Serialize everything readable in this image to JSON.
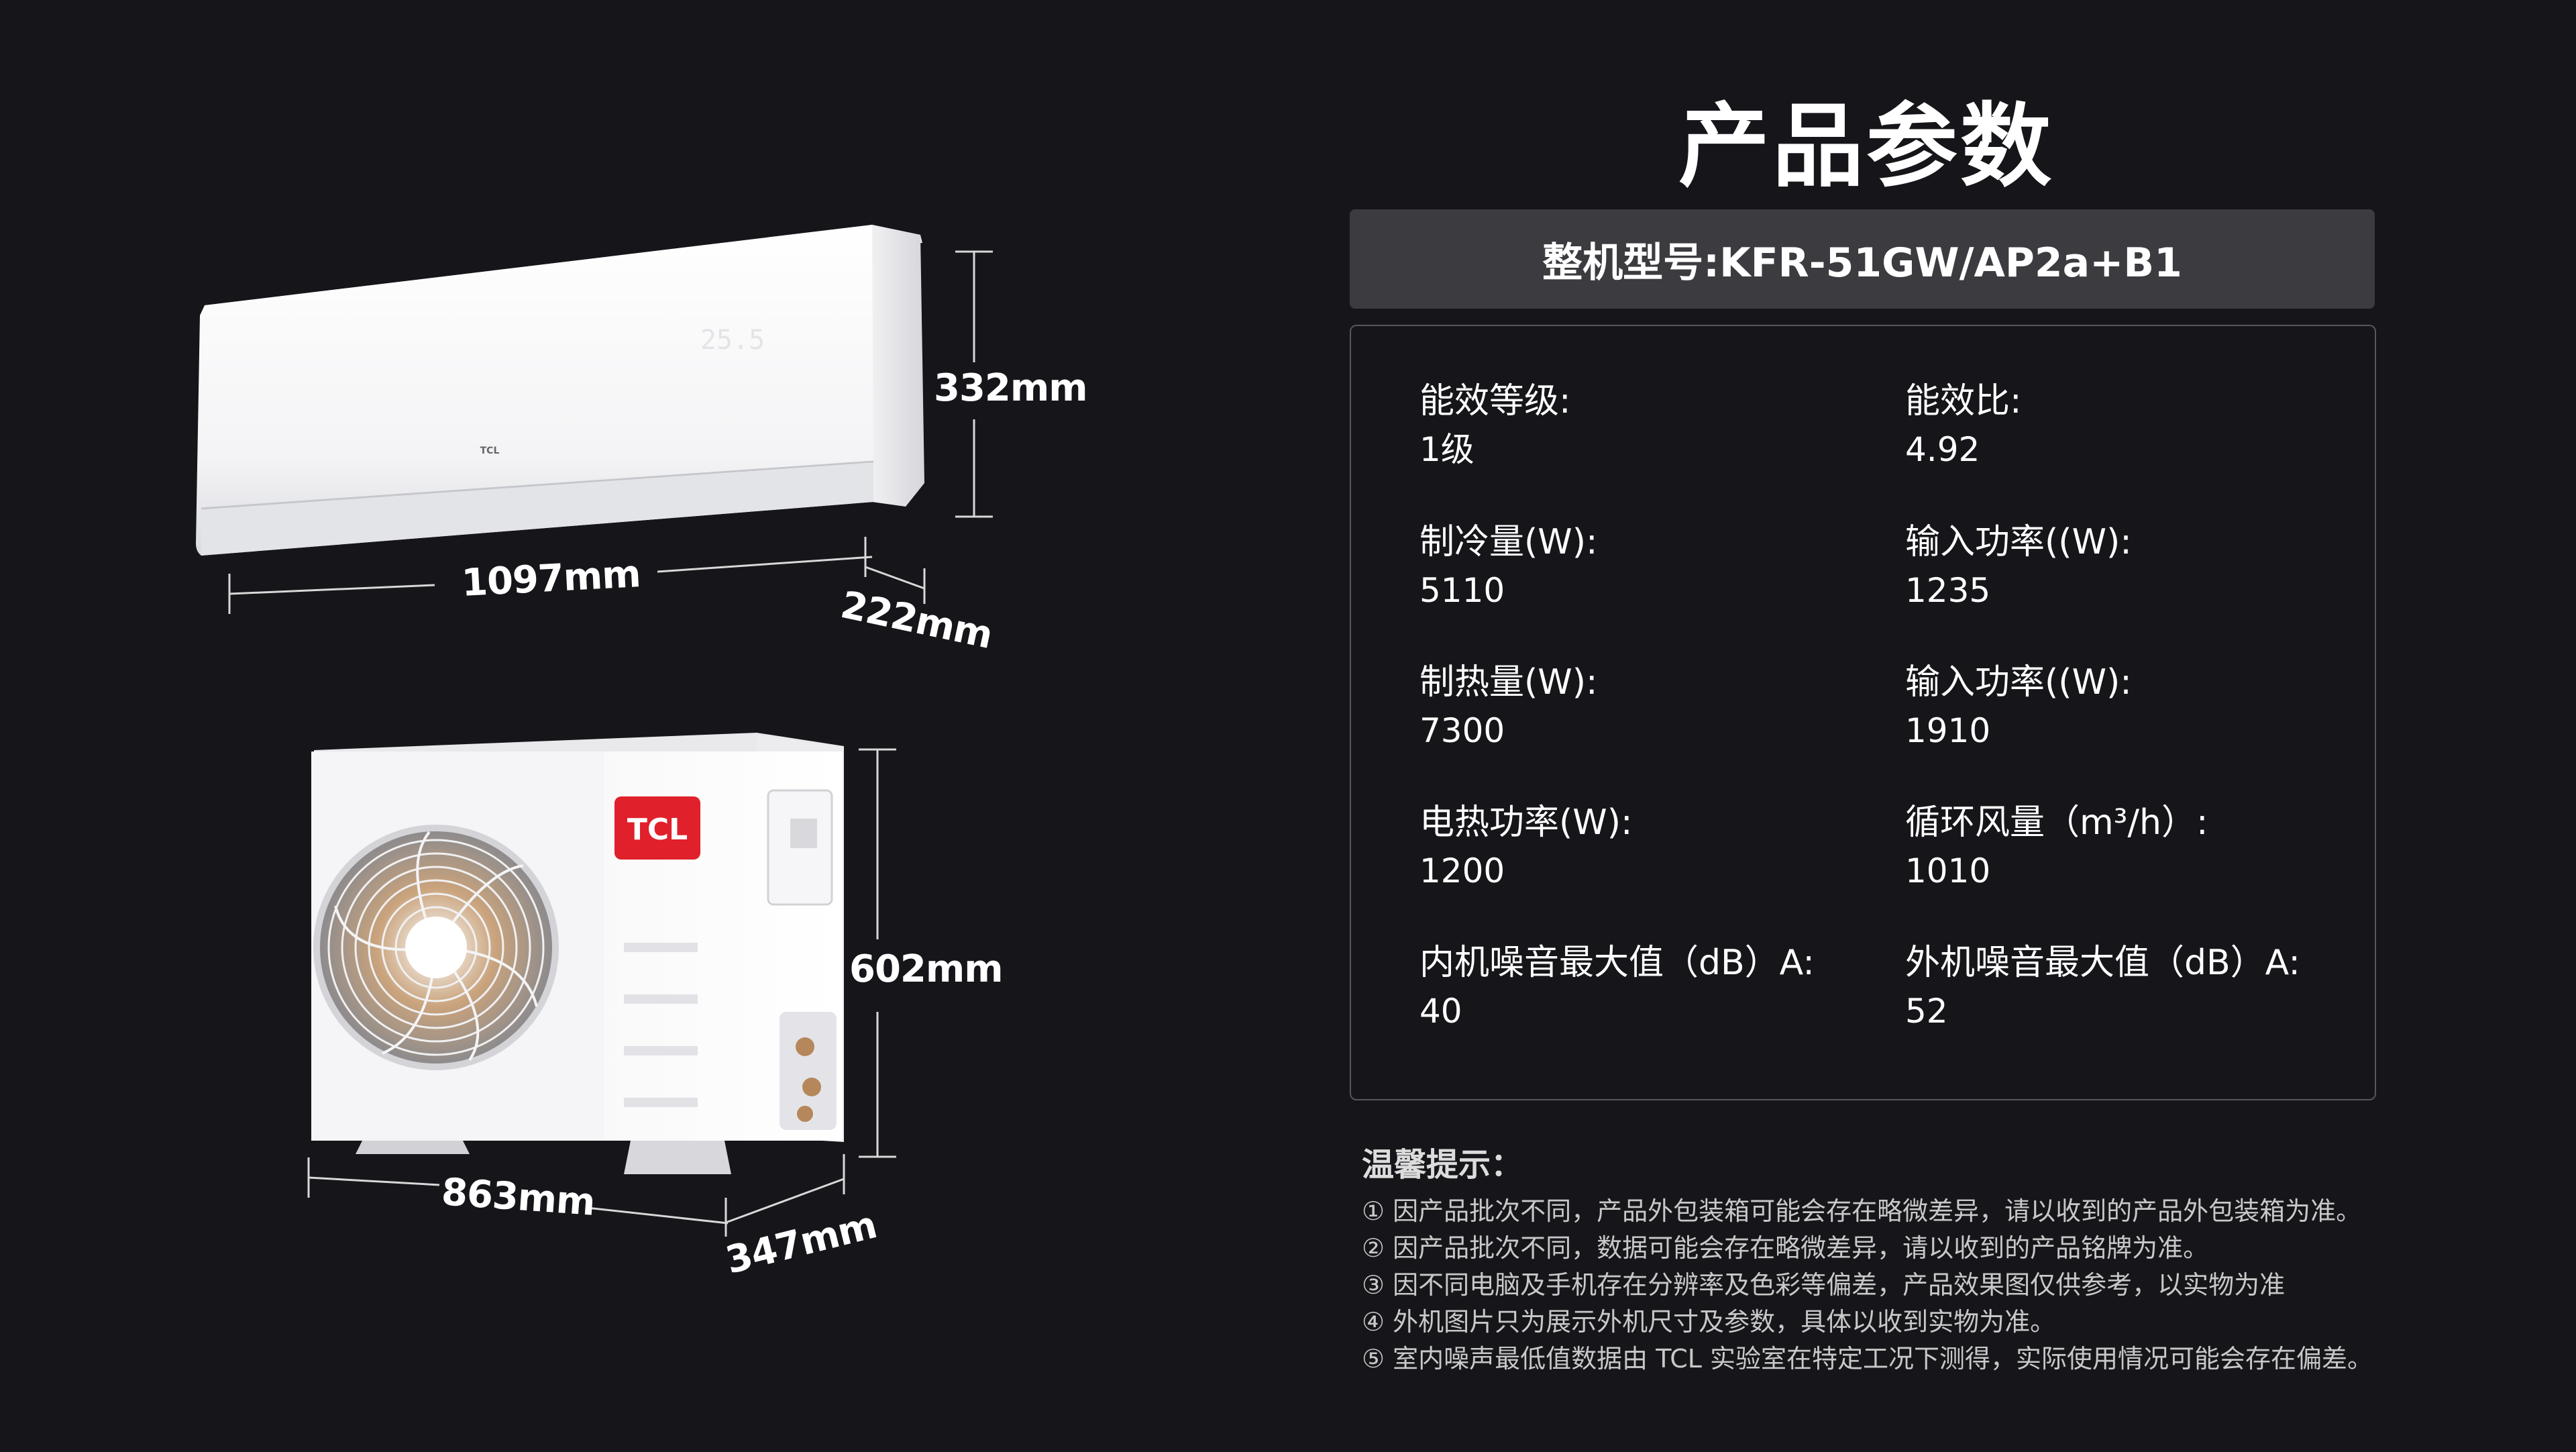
{
  "diagram": {
    "indoor_brand": "TCL",
    "indoor_display": "25.5",
    "outdoor_brand": "TCL",
    "dims": {
      "indoor_height": "332mm",
      "indoor_width": "1097mm",
      "indoor_depth": "222mm",
      "outdoor_height": "602mm",
      "outdoor_width": "863mm",
      "outdoor_depth": "347mm"
    }
  },
  "title": "产品参数",
  "model": "整机型号:KFR-51GW/AP2a+B1",
  "specs": [
    {
      "label": "能效等级:",
      "value": "1级"
    },
    {
      "label": "能效比:",
      "value": "4.92"
    },
    {
      "label": "制冷量(W):",
      "value": "5110"
    },
    {
      "label": "输入功率((W):",
      "value": "1235"
    },
    {
      "label": "制热量(W):",
      "value": "7300"
    },
    {
      "label": "输入功率((W):",
      "value": "1910"
    },
    {
      "label": "电热功率(W):",
      "value": "1200"
    },
    {
      "label": "循环风量（m³/h）:",
      "value": "1010"
    },
    {
      "label": "内机噪音最大值（dB）A:",
      "value": "40"
    },
    {
      "label": "外机噪音最大值（dB）A:",
      "value": "52"
    }
  ],
  "notes": {
    "title": "温馨提示：",
    "lines": [
      "① 因产品批次不同，产品外包装箱可能会存在略微差异，请以收到的产品外包装箱为准。",
      "② 因产品批次不同，数据可能会存在略微差异，请以收到的产品铭牌为准。",
      "③ 因不同电脑及手机存在分辨率及色彩等偏差，产品效果图仅供参考，以实物为准",
      "④ 外机图片只为展示外机尺寸及参数，具体以收到实物为准。",
      "⑤ 室内噪声最低值数据由 TCL 实验室在特定工况下测得，实际使用情况可能会存在偏差。"
    ]
  },
  "colors": {
    "background": "#16151a",
    "model_bar": "#3c3b3f",
    "box_border": "#58575c",
    "tcl_red": "#e0202a"
  }
}
